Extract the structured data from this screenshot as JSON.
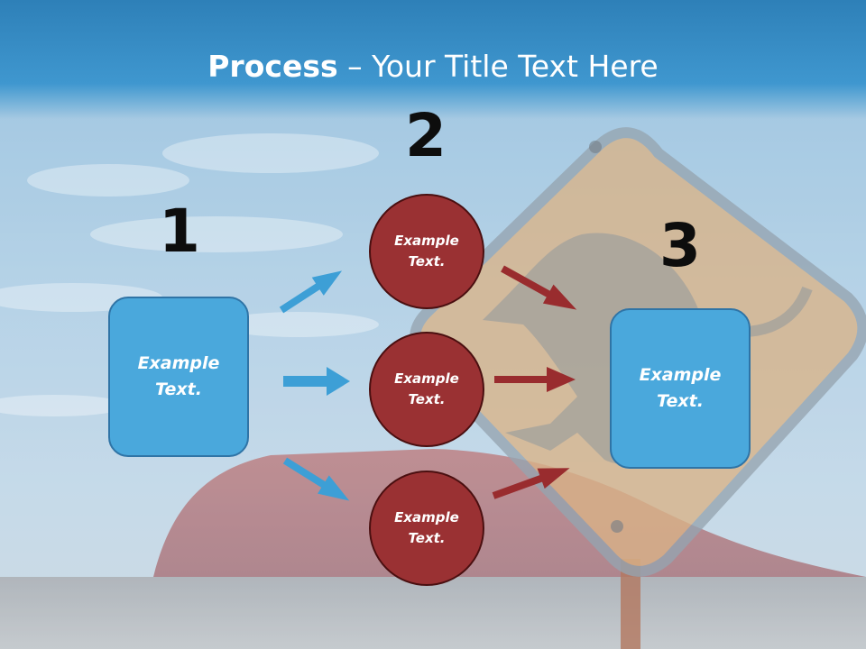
{
  "title": {
    "bold": "Process",
    "rest": " – Your Title Text Here"
  },
  "steps": [
    {
      "number": "1"
    },
    {
      "number": "2"
    },
    {
      "number": "3"
    }
  ],
  "left_box": {
    "text": "Example Text."
  },
  "circles": [
    {
      "text": "Example Text."
    },
    {
      "text": "Example Text."
    },
    {
      "text": "Example Text."
    }
  ],
  "right_box": {
    "text": "Example Text."
  },
  "colors": {
    "title_band": "#3a8fc8",
    "box_fill": "#4aa8dc",
    "circle_fill": "#9a3133",
    "blue_arrow": "#3d9fd6",
    "red_arrow": "#992c2e"
  }
}
